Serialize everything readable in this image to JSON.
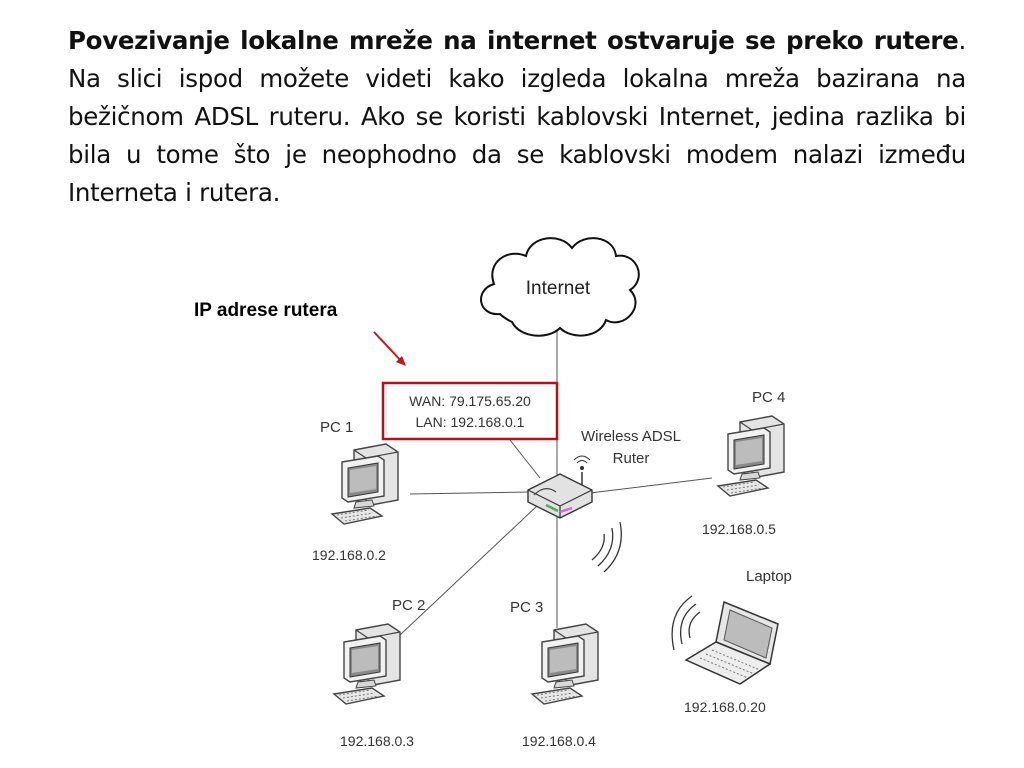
{
  "text": {
    "bold_sentence": "Povezivanje lokalne mreže na internet ostvaruje se preko rutere",
    "rest": ". Na slici ispod možete videti kako izgleda lokalna mreža bazirana na bežičnom ADSL ruteru. Ako se koristi kablovski Internet, jedina razlika bi bila u tome što je neophodno da se kablovski modem nalazi između Interneta i rutera."
  },
  "diagram": {
    "callout_label": "IP adrese rutera",
    "internet_label": "Internet",
    "router_ip": {
      "wan": "WAN: 79.175.65.20",
      "lan": "LAN: 192.168.0.1"
    },
    "router_label_line1": "Wireless ADSL",
    "router_label_line2": "Ruter",
    "nodes": {
      "pc1": {
        "name": "PC 1",
        "ip": "192.168.0.2"
      },
      "pc2": {
        "name": "PC 2",
        "ip": "192.168.0.3"
      },
      "pc3": {
        "name": "PC 3",
        "ip": "192.168.0.4"
      },
      "pc4": {
        "name": "PC 4",
        "ip": "192.168.0.5"
      },
      "laptop": {
        "name": "Laptop",
        "ip": "192.168.0.20"
      }
    },
    "colors": {
      "callout": "#c0151c",
      "router_led_green": "#4caf50",
      "router_led_pink": "#d16ad6"
    }
  }
}
